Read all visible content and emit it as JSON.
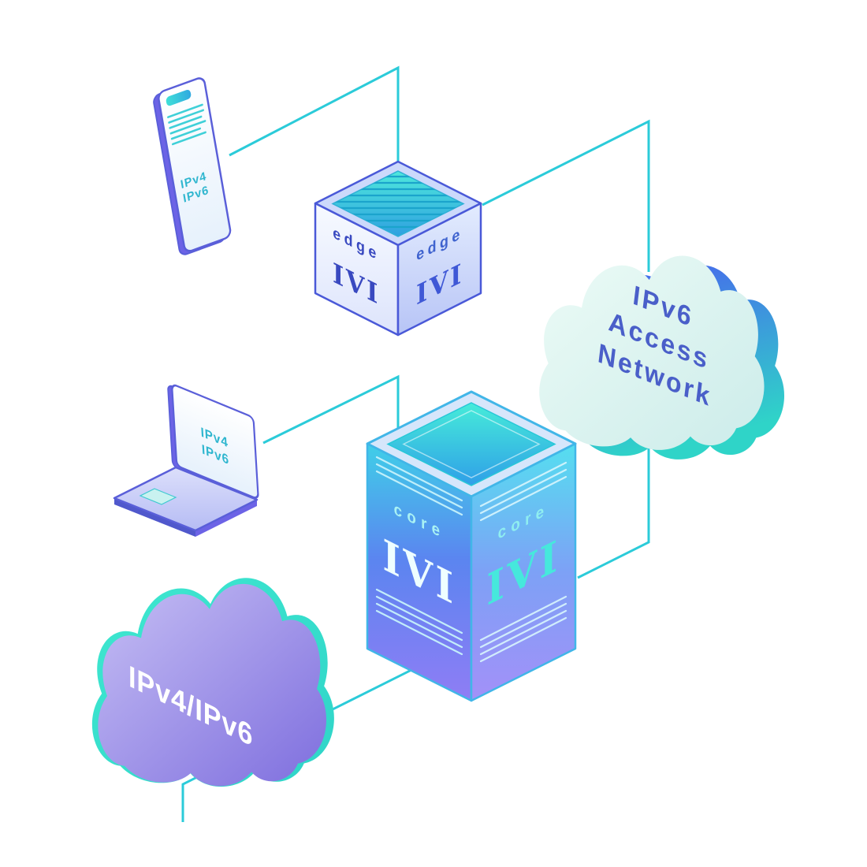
{
  "diagram": {
    "kind": "isometric IPv4/IPv6 IVI transition network illustration",
    "background": "#ffffff"
  },
  "colors": {
    "connector": "#2bcbd9",
    "device_outline": "#5a5fd9",
    "cube_outline": "#4a59d8",
    "server_outline": "#45b4e6",
    "teal_label": "#2fb6cf",
    "access_cloud_text": "#4a5fc9",
    "transit_cloud_text": "#ffffff",
    "cloud_purple": "#7e6ede",
    "cloud_teal_shadow": "#2fd4c8"
  },
  "nodes": {
    "phone": {
      "line1": "IPv4",
      "line2": "IPv6"
    },
    "laptop": {
      "line1": "IPv4",
      "line2": "IPv6"
    },
    "edge": {
      "left_label": "edge",
      "left_logo": "IVI",
      "right_label": "edge",
      "right_logo": "IVI"
    },
    "core": {
      "left_label": "core",
      "left_logo": "IVI",
      "right_label": "core",
      "right_logo": "IVI"
    },
    "access_cloud": {
      "line1": "IPv6",
      "line2": "Access",
      "line3": "Network"
    },
    "transit_cloud": {
      "label": "IPv4/IPv6"
    }
  }
}
